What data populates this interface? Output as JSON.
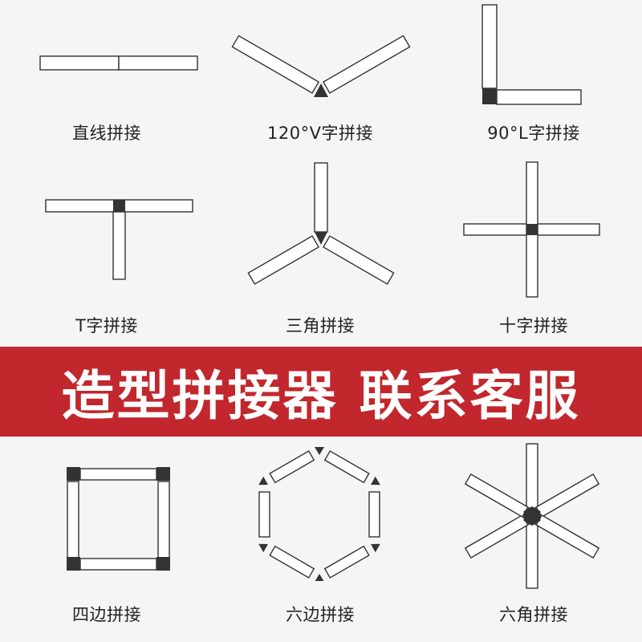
{
  "colors": {
    "background": "#f5f5f5",
    "banner": "#c1272d",
    "joint": "#333333",
    "bar": "#ffffff"
  },
  "banner": {
    "text": "造型拼接器 联系客服"
  },
  "items": [
    {
      "label": "直线拼接",
      "icon": "straight-splice-icon"
    },
    {
      "label": "120°V字拼接",
      "icon": "v-splice-icon"
    },
    {
      "label": "90°L字拼接",
      "icon": "l-splice-icon"
    },
    {
      "label": "T字拼接",
      "icon": "t-splice-icon"
    },
    {
      "label": "三角拼接",
      "icon": "three-way-splice-icon"
    },
    {
      "label": "十字拼接",
      "icon": "cross-splice-icon"
    },
    {
      "label": "四边拼接",
      "icon": "square-splice-icon"
    },
    {
      "label": "六边拼接",
      "icon": "hexagon-splice-icon"
    },
    {
      "label": "六角拼接",
      "icon": "six-point-splice-icon"
    }
  ]
}
